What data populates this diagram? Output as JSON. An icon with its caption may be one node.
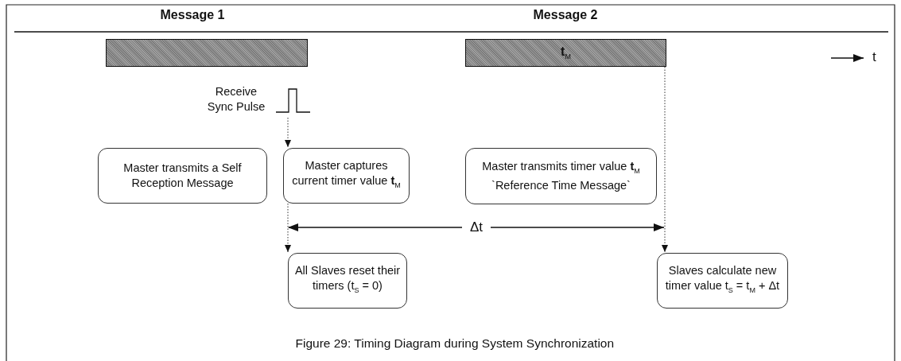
{
  "diagram": {
    "caption": "Figure 29: Timing Diagram during System Synchronization",
    "nodes": [
      {
        "text": [
          "Message 1"
        ]
      },
      {
        "text": [
          "Message 2",
          "**t**$_{M}$"
        ]
      },
      {
        "text": [
          "Receive Sync Pulse"
        ]
      },
      {
        "text": [
          "Master transmits a Self Reception Message"
        ]
      },
      {
        "text": [
          "Master captures current timer value **t**$_{M}$"
        ]
      },
      {
        "text": [
          "Master transmits timer value **t**$_{M}$ `Reference Time Message`"
        ]
      },
      {
        "text": [
          "All Slaves reset their timers (t$_{S}$ = 0)"
        ]
      },
      {
        "text": [
          "Slaves calculate new timer value t$_{S}$ = t$_{M}$ + Δt"
        ]
      }
    ],
    "edges": [
      {
        "from": 2,
        "to": 4,
        "arrow": "to",
        "style": "dashed"
      },
      {
        "from": 4,
        "to": 6,
        "arrow": "to",
        "style": "dashed"
      },
      {
        "from": 1,
        "to": 7,
        "arrow": "to",
        "style": "dashed"
      }
    ],
    "labels": [
      "t",
      "Δt"
    ]
  }
}
